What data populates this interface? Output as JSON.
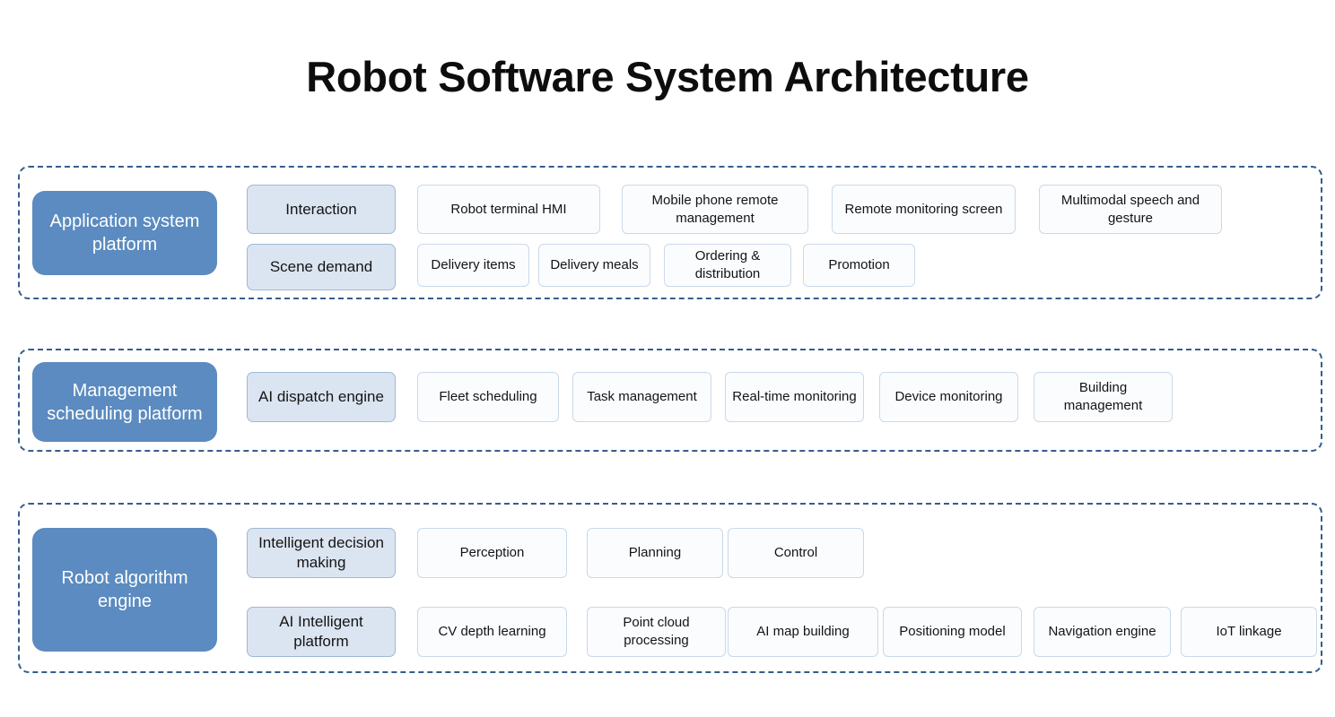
{
  "title": "Robot Software System Architecture",
  "colors": {
    "platform_pill_fill": "#5b8bc0",
    "platform_pill_text": "#ffffff",
    "category_box_fill": "#dbe5f1",
    "category_box_border": "#9fb8d4",
    "item_box_fill": "#fbfcfe",
    "item_box_border": "#c9d9ea",
    "section_border_dashed": "#355d8c",
    "page_background": "#ffffff",
    "text": "#141414"
  },
  "sections": [
    {
      "id": "application",
      "platform_label": "Application system platform",
      "categories": [
        {
          "label": "Interaction",
          "items": [
            "Robot terminal HMI",
            "Mobile phone remote management",
            "Remote monitoring screen",
            "Multimodal speech and gesture"
          ]
        },
        {
          "label": "Scene demand",
          "items": [
            "Delivery items",
            "Delivery meals",
            "Ordering & distribution",
            "Promotion"
          ]
        }
      ]
    },
    {
      "id": "management",
      "platform_label": "Management scheduling platform",
      "categories": [
        {
          "label": "AI dispatch engine",
          "items": [
            "Fleet scheduling",
            "Task management",
            "Real-time monitoring",
            "Device monitoring",
            "Building management"
          ]
        }
      ]
    },
    {
      "id": "algorithm",
      "platform_label": "Robot algorithm engine",
      "categories": [
        {
          "label": "Intelligent decision making",
          "items": [
            "Perception",
            "Planning",
            "Control"
          ]
        },
        {
          "label": "AI Intelligent platform",
          "items": [
            "CV depth learning",
            "Point cloud processing",
            "AI map building",
            "Positioning model",
            "Navigation engine",
            "IoT linkage"
          ]
        }
      ]
    }
  ]
}
